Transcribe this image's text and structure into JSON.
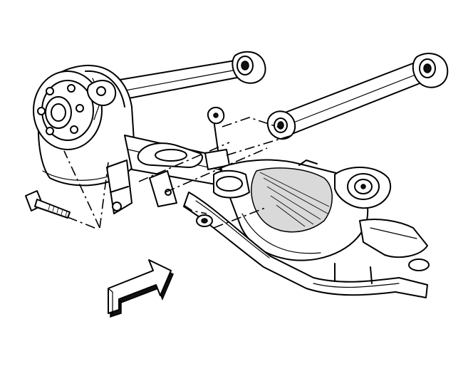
{
  "figure": {
    "title": "",
    "callouts": [],
    "colors": {
      "line": "#000000",
      "background": "#ffffff",
      "shade": "#d9d9d9"
    },
    "parts": [
      "brake-assembly",
      "upper-control-arm-left",
      "upper-control-arm-right",
      "stabilizer-link",
      "differential-housing",
      "axle-tube",
      "frame-rail",
      "mounting-bolt",
      "washer",
      "direction-arrow"
    ]
  }
}
